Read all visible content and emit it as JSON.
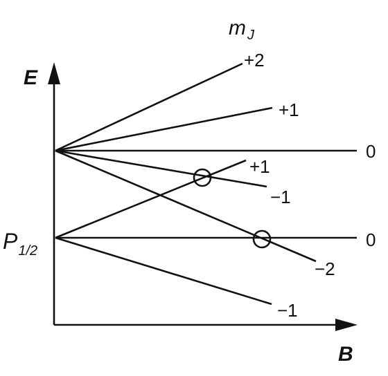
{
  "axes": {
    "y_label": "E",
    "x_label": "B"
  },
  "header": {
    "mj_main": "m",
    "mj_sub": "J"
  },
  "level": {
    "name_main": "P",
    "name_sub": "1/2"
  },
  "labels": {
    "upper_plus2": "+2",
    "upper_plus1": "+1",
    "upper_zero": "0",
    "upper_minus1": "−1",
    "upper_minus2": "−2",
    "lower_plus1": "+1",
    "lower_zero": "0",
    "lower_minus1": "−1"
  }
}
